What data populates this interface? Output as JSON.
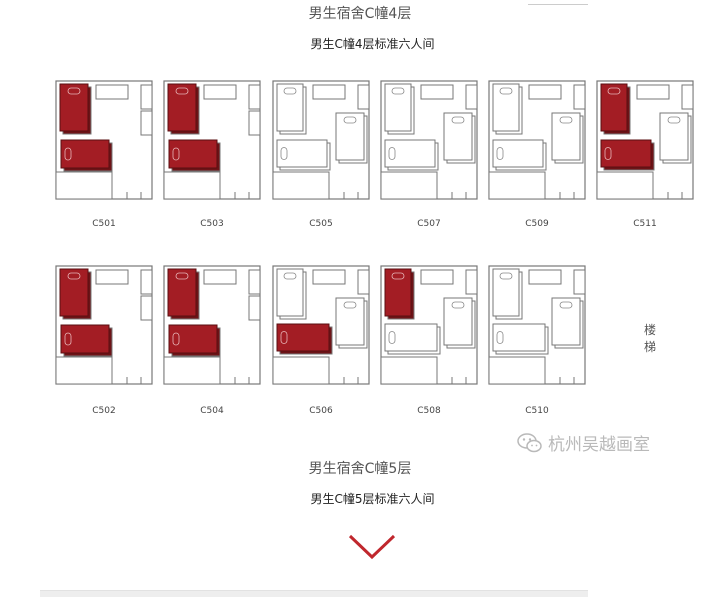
{
  "floor4": {
    "title": "男生宿舍C幢4层",
    "subtitle": "男生C幢4层标准六人间"
  },
  "floor5": {
    "title": "男生宿舍C幢5层",
    "subtitle": "男生C幢5层标准六人间"
  },
  "stair_label": "楼\n梯",
  "watermark": "杭州吴越画室",
  "colors": {
    "occupied": "#a31d24",
    "line": "#777777",
    "accent_red": "#c0272d"
  },
  "rooms": [
    {
      "id": "C501",
      "layout": "A",
      "beds": [
        "occupied",
        "occupied"
      ]
    },
    {
      "id": "C503",
      "layout": "A",
      "beds": [
        "occupied",
        "occupied"
      ]
    },
    {
      "id": "C505",
      "layout": "B",
      "beds": [
        "free",
        "free",
        "free"
      ]
    },
    {
      "id": "C507",
      "layout": "B",
      "beds": [
        "free",
        "free",
        "free"
      ]
    },
    {
      "id": "C509",
      "layout": "B",
      "beds": [
        "free",
        "free",
        "free"
      ]
    },
    {
      "id": "C511",
      "layout": "B",
      "beds": [
        "occupied",
        "occupied",
        "free"
      ]
    },
    {
      "id": "C502",
      "layout": "A",
      "beds": [
        "occupied",
        "occupied"
      ]
    },
    {
      "id": "C504",
      "layout": "A",
      "beds": [
        "occupied",
        "occupied"
      ]
    },
    {
      "id": "C506",
      "layout": "C",
      "beds": [
        "free",
        "occupied",
        "free"
      ]
    },
    {
      "id": "C508",
      "layout": "C",
      "beds": [
        "occupied",
        "free",
        "free"
      ]
    },
    {
      "id": "C510",
      "layout": "C",
      "beds": [
        "free",
        "free",
        "free"
      ]
    }
  ]
}
